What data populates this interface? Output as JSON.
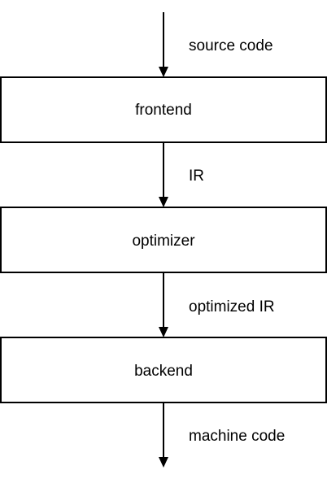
{
  "diagram": {
    "nodes": [
      {
        "id": "frontend",
        "label": "frontend"
      },
      {
        "id": "optimizer",
        "label": "optimizer"
      },
      {
        "id": "backend",
        "label": "backend"
      }
    ],
    "edges": [
      {
        "from": "",
        "to": "frontend",
        "label": "source code"
      },
      {
        "from": "frontend",
        "to": "optimizer",
        "label": "IR"
      },
      {
        "from": "optimizer",
        "to": "backend",
        "label": "optimized IR"
      },
      {
        "from": "backend",
        "to": "",
        "label": "machine code"
      }
    ]
  },
  "colors": {
    "stroke": "#000000",
    "node_fill": "#ffffff",
    "text": "#000000"
  }
}
